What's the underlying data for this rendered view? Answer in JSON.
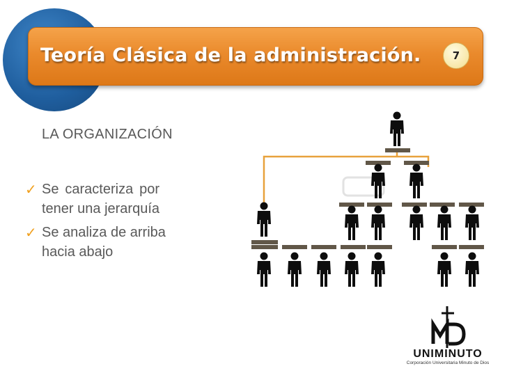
{
  "slide": {
    "title": "Teoría Clásica de la administración.",
    "page_number": "7",
    "heading": "LA ORGANIZACIÓN",
    "bullets": [
      {
        "line1": "Se caracteriza por",
        "line2": "tener una jerarquía"
      },
      {
        "line1": "Se analiza de arriba",
        "line2": "hacia abajo"
      }
    ],
    "check_icon": "checkmark-icon"
  },
  "logo": {
    "name": "UNIMINUTO",
    "subtitle": "Corporación Universitaria Minuto de Dios"
  },
  "colors": {
    "title_bar": "#ea8a2c",
    "circle": "#1f5e9e",
    "check": "#f0a01e",
    "text": "#595959",
    "org_line": "#e8a13c"
  }
}
